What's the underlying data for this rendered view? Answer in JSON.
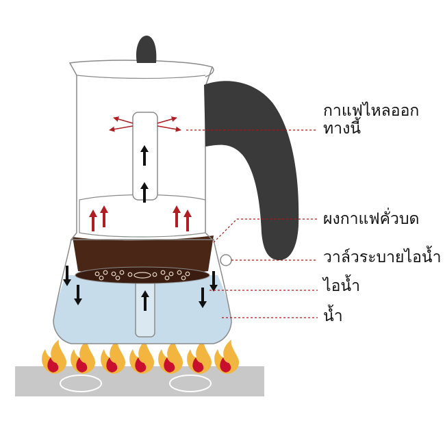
{
  "labels": {
    "coffee_out_line1": "กาแฟไหลออก",
    "coffee_out_line2": "ทางนี้",
    "coffee_grounds": "ผงกาแฟคั่วบด",
    "steam_valve": "วาล์วระบายไอน้ำ",
    "steam": "ไอน้ำ",
    "water": "น้ำ"
  },
  "colors": {
    "outline": "#8a8a8a",
    "handle": "#3a3a3a",
    "coffee": "#4a2616",
    "water": "#c6dcea",
    "arrow_up": "#111111",
    "arrow_red": "#b01e24",
    "flame_outer": "#f2b640",
    "flame_inner": "#c8102e",
    "stove": "#c8c8c8",
    "leader_line": "#a01a1a"
  }
}
